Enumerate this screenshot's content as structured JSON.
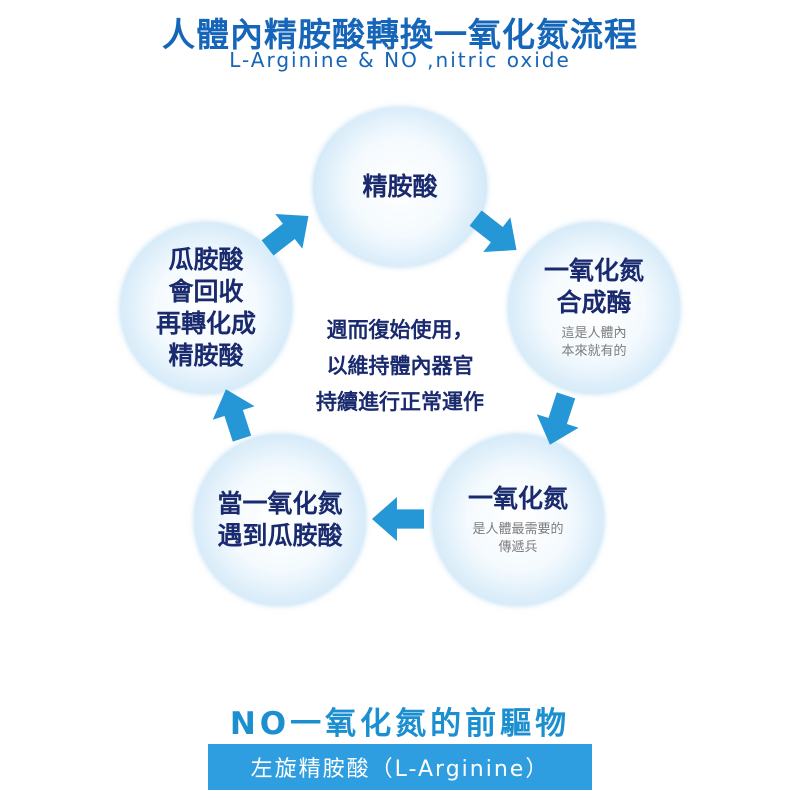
{
  "title": "人體內精胺酸轉換一氧化氮流程",
  "subtitle": "L-Arginine & NO ,nitric oxide",
  "nodes": {
    "top": {
      "lines": [
        "精胺酸"
      ]
    },
    "right": {
      "lines": [
        "一氧化氮",
        "合成酶"
      ],
      "note": [
        "這是人體內",
        "本來就有的"
      ]
    },
    "bottom_right": {
      "lines": [
        "一氧化氮"
      ],
      "note": [
        "是人體最需要的",
        "傳遞兵"
      ]
    },
    "bottom_left": {
      "lines": [
        "當一氧化氮",
        "遇到瓜胺酸"
      ]
    },
    "left": {
      "lines": [
        "瓜胺酸",
        "會回收",
        "再轉化成",
        "精胺酸"
      ]
    }
  },
  "center": [
    "週而復始使用，",
    "以維持體內器官",
    "持續進行正常運作"
  ],
  "bottom": {
    "title": "NO一氧化氮的前驅物",
    "bar": "左旋精胺酸（L-Arginine）"
  },
  "colors": {
    "title": "#1565b8",
    "node_text": "#1a2a6e",
    "arrow": "#2596d6",
    "bottom_title": "#1c8fd1",
    "bottom_bar": "#2e9ee0"
  },
  "icons": {
    "arrows": [
      "arrow-icon",
      "arrow-icon",
      "arrow-icon",
      "arrow-icon",
      "arrow-icon"
    ]
  }
}
